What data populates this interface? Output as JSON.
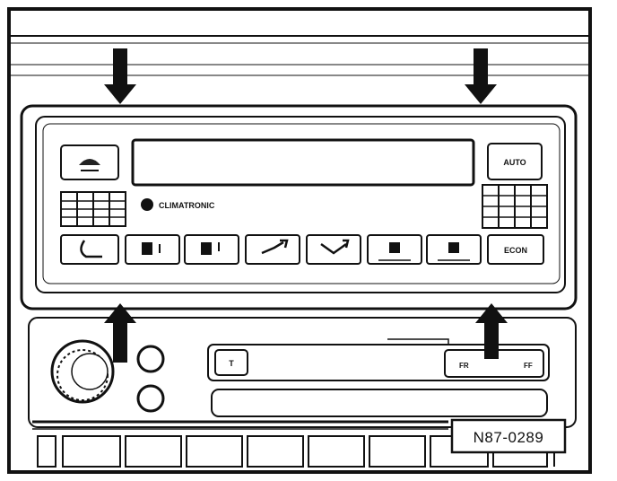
{
  "climate_panel": {
    "brand_label": "CLIMATRONIC",
    "auto_label": "AUTO",
    "econ_label": "ECON",
    "display_value": ""
  },
  "radio": {
    "button_left_label": "T",
    "fr_label": "FR",
    "ff_label": "FF"
  },
  "figure_code": "N87-0289",
  "icons": {
    "defrost": "defrost-icon",
    "recirculation": "recirculation-icon",
    "fan_low": "fan-low-icon",
    "fan_high": "fan-high-icon",
    "airflow_up": "airflow-up-icon",
    "airflow_down": "airflow-down-icon",
    "rear_heat_1": "rear-window-heat-icon",
    "rear_heat_2": "rear-window-heat-icon"
  }
}
